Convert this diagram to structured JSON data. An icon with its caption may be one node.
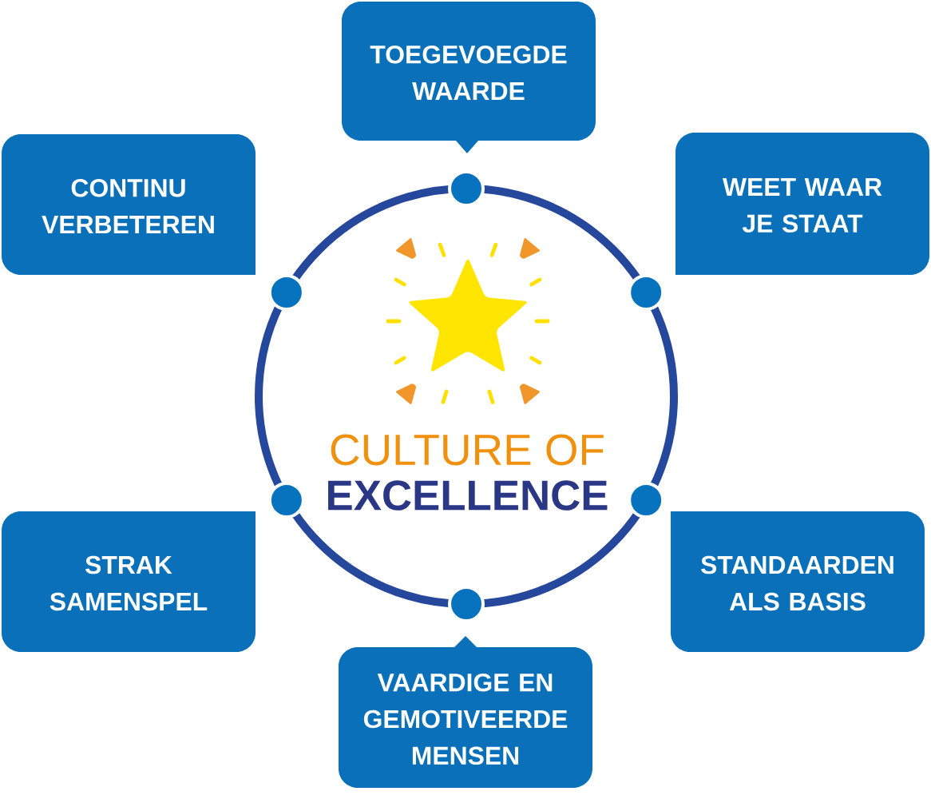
{
  "diagram": {
    "nodes": [
      {
        "text": [
          "TOEGEVOEGDE WAARDE"
        ]
      },
      {
        "text": [
          "CONTINU VERBETEREN"
        ]
      },
      {
        "text": [
          "WEET WAAR JE STAAT"
        ]
      },
      {
        "text": [
          "CULTURE OF",
          "EXCELLENCE"
        ]
      },
      {
        "text": [
          "STRAK SAMENSPEL"
        ]
      },
      {
        "text": [
          "STANDAARDEN ALS BASIS"
        ]
      },
      {
        "text": [
          "VAARDIGE EN GEMOTIVEERDE MENSEN"
        ]
      }
    ]
  }
}
